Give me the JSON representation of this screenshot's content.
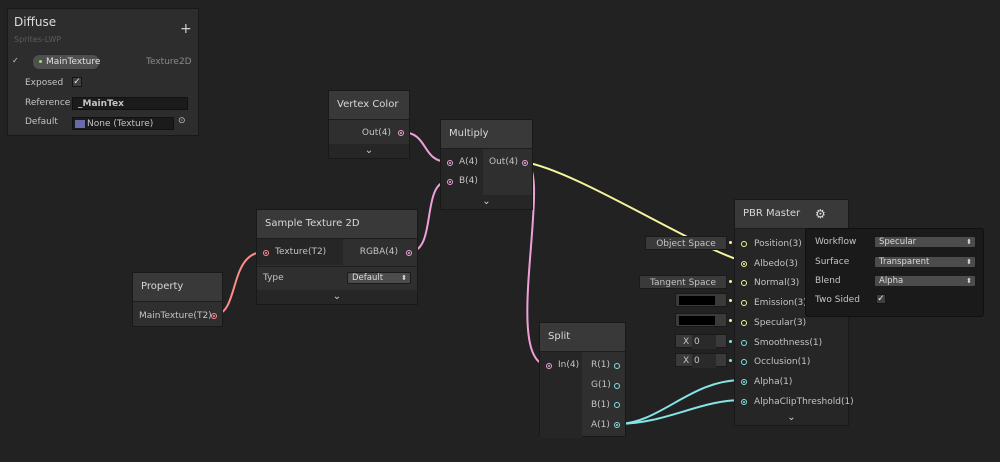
{
  "blackboard": {
    "title": "Diffuse",
    "subtitle": "Sprites-LWP",
    "add_label": "+",
    "property": {
      "chevron": "✓",
      "name": "MainTexture",
      "type": "Texture2D",
      "exposed_label": "Exposed",
      "exposed_check": "✓",
      "reference_label": "Reference",
      "reference_value": "_MainTex",
      "default_label": "Default",
      "default_value": "None (Texture)",
      "picker": "⊙"
    }
  },
  "nodes": {
    "vertex_color": {
      "title": "Vertex Color",
      "out": "Out(4)",
      "expander": "⌄"
    },
    "multiply": {
      "title": "Multiply",
      "in_a": "A(4)",
      "in_b": "B(4)",
      "out": "Out(4)",
      "expander": "⌄"
    },
    "sample_texture": {
      "title": "Sample Texture 2D",
      "in_texture": "Texture(T2)",
      "out": "RGBA(4)",
      "type_label": "Type",
      "type_value": "Default",
      "expander": "⌄"
    },
    "property": {
      "title": "Property",
      "out": "MainTexture(T2)"
    },
    "split": {
      "title": "Split",
      "in": "In(4)",
      "out_r": "R(1)",
      "out_g": "G(1)",
      "out_b": "B(1)",
      "out_a": "A(1)"
    },
    "pbr_master": {
      "title": "PBR Master",
      "gear_icon": "⚙",
      "inputs": [
        "Position(3)",
        "Albedo(3)",
        "Normal(3)",
        "Emission(3)",
        "Specular(3)",
        "Smoothness(1)",
        "Occlusion(1)",
        "Alpha(1)",
        "AlphaClipThreshold(1)"
      ],
      "expander": "⌄"
    }
  },
  "inline_inputs": {
    "position": "Object Space",
    "normal": "Tangent Space",
    "smoothness_axis": "X",
    "smoothness_value": "0",
    "occlusion_axis": "X",
    "occlusion_value": "0"
  },
  "settings": {
    "workflow_label": "Workflow",
    "workflow_value": "Specular",
    "surface_label": "Surface",
    "surface_value": "Transparent",
    "blend_label": "Blend",
    "blend_value": "Alpha",
    "two_sided_label": "Two Sided",
    "two_sided_check": "✓"
  },
  "colors": {
    "background": "#222222",
    "vector4_port": "#f0a0d8",
    "vector3_port": "#f6f49c",
    "vector1_port": "#84e4e7",
    "texture_port": "#ff8b8b"
  }
}
